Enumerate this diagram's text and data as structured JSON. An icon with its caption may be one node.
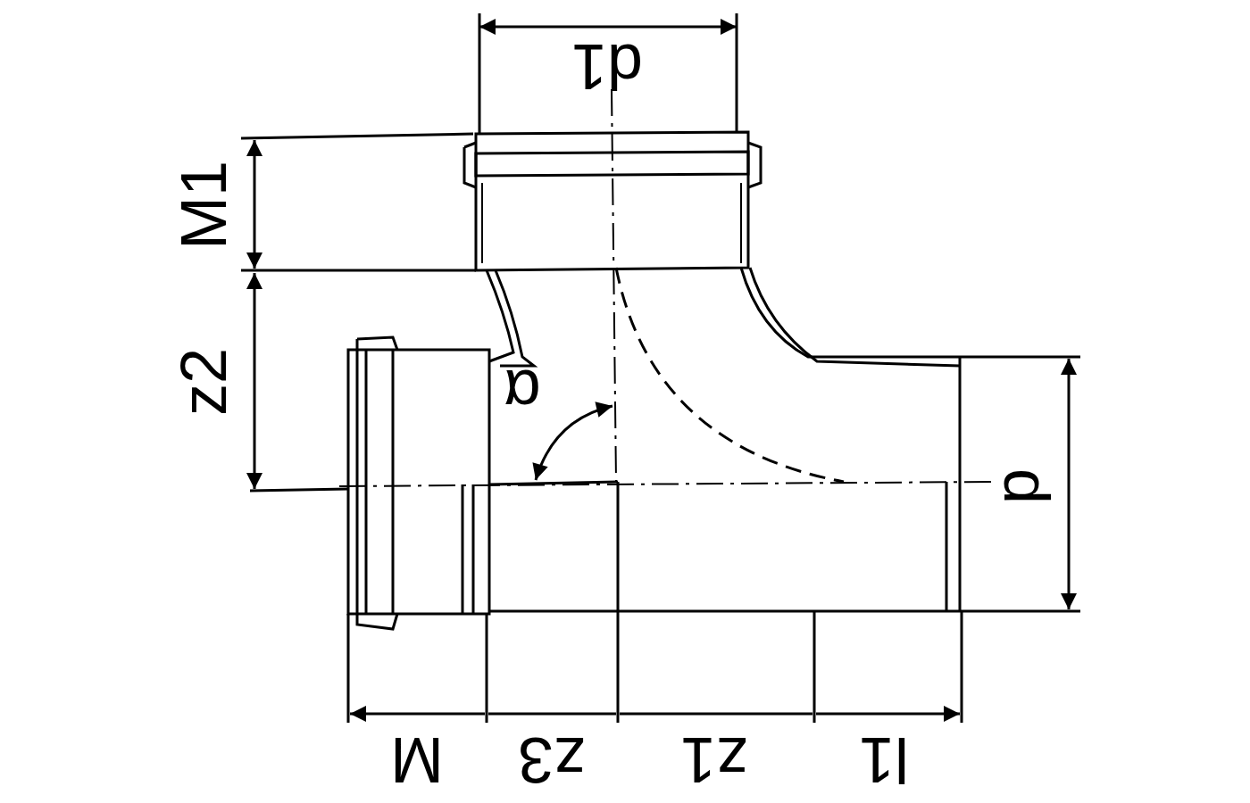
{
  "diagram": {
    "labels": [
      "d1",
      "M1",
      "z2",
      "α",
      "d",
      "M",
      "z3",
      "z1",
      "l1"
    ]
  }
}
